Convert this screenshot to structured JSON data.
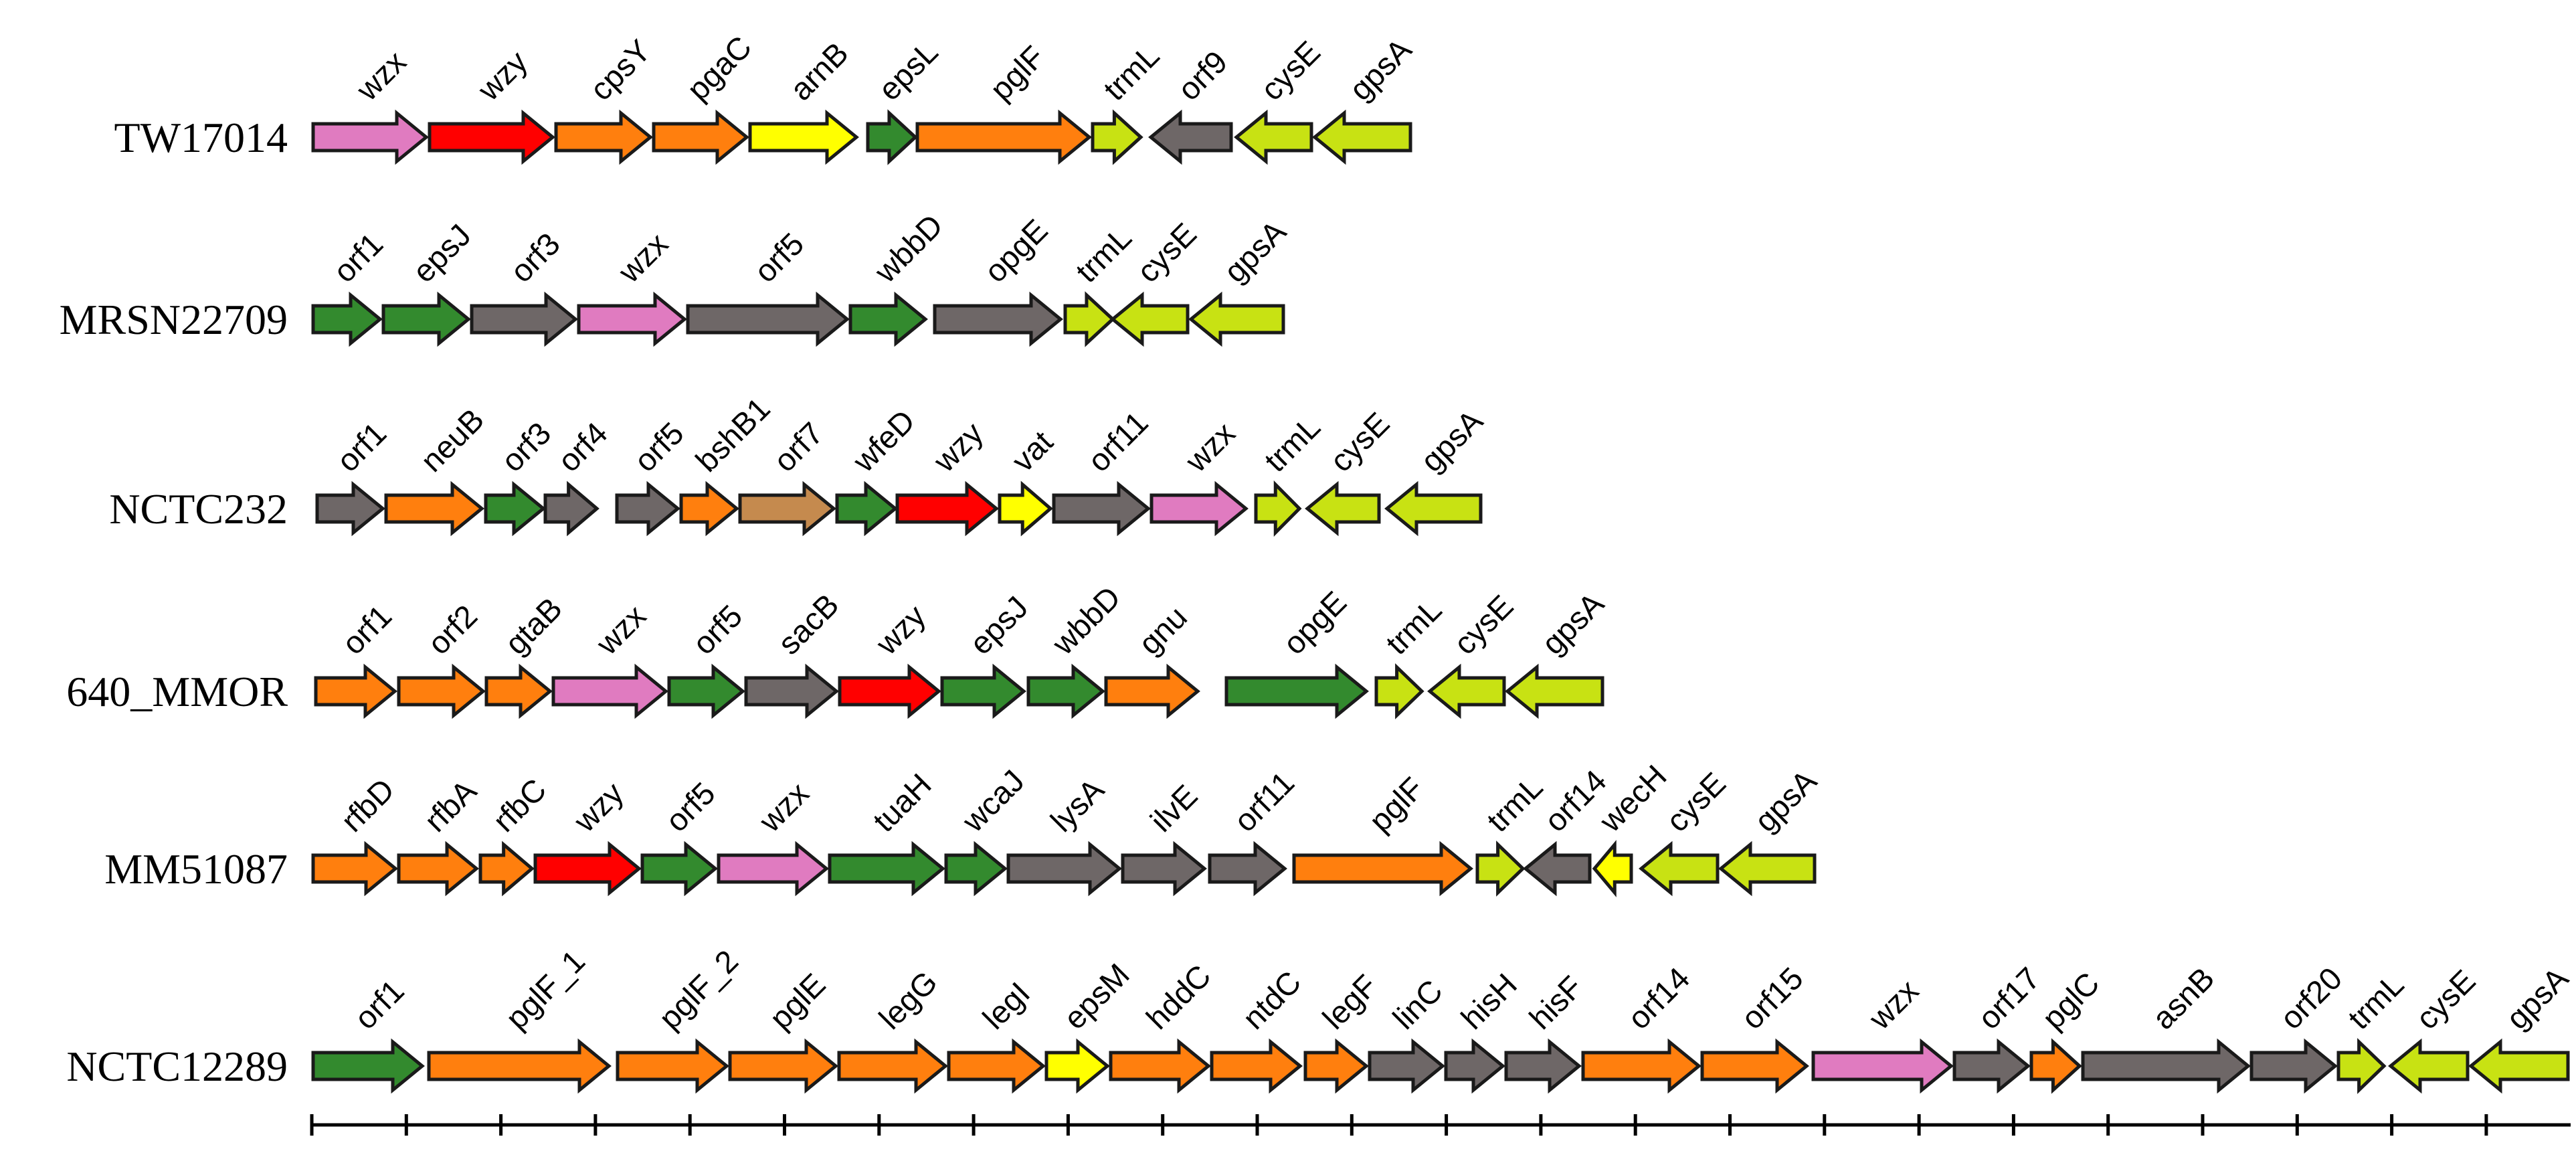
{
  "colors": {
    "pink": "#E07BC0",
    "red": "#FF0000",
    "orange": "#FF7F0E",
    "yellow": "#FFFF00",
    "green": "#338A2E",
    "grey": "#6E6767",
    "lime": "#C8E213",
    "brown": "#C58A4E",
    "outline": "#1a1a1a"
  },
  "strains": [
    {
      "name": "TW17014",
      "genes": [
        {
          "name": "wzx",
          "start": 468,
          "end": 637,
          "dir": "fwd",
          "color": "pink"
        },
        {
          "name": "wzy",
          "start": 642,
          "end": 826,
          "dir": "fwd",
          "color": "red"
        },
        {
          "name": "cpsY",
          "start": 831,
          "end": 972,
          "dir": "fwd",
          "color": "orange"
        },
        {
          "name": "pgaC",
          "start": 977,
          "end": 1116,
          "dir": "fwd",
          "color": "orange"
        },
        {
          "name": "arnB",
          "start": 1121,
          "end": 1280,
          "dir": "fwd",
          "color": "yellow"
        },
        {
          "name": "epsL",
          "start": 1297,
          "end": 1368,
          "dir": "fwd",
          "color": "green"
        },
        {
          "name": "pglF",
          "start": 1371,
          "end": 1628,
          "dir": "fwd",
          "color": "orange"
        },
        {
          "name": "trmL",
          "start": 1633,
          "end": 1705,
          "dir": "fwd",
          "color": "lime"
        },
        {
          "name": "orf9",
          "start": 1720,
          "end": 1840,
          "dir": "rev",
          "color": "grey"
        },
        {
          "name": "cysE",
          "start": 1848,
          "end": 1960,
          "dir": "rev",
          "color": "lime"
        },
        {
          "name": "gpsA",
          "start": 1965,
          "end": 2108,
          "dir": "rev",
          "color": "lime"
        }
      ]
    },
    {
      "name": "MRSN22709",
      "genes": [
        {
          "name": "orf1",
          "start": 468,
          "end": 568,
          "dir": "fwd",
          "color": "green"
        },
        {
          "name": "epsJ",
          "start": 573,
          "end": 700,
          "dir": "fwd",
          "color": "green"
        },
        {
          "name": "orf3",
          "start": 705,
          "end": 860,
          "dir": "fwd",
          "color": "grey"
        },
        {
          "name": "wzx",
          "start": 865,
          "end": 1023,
          "dir": "fwd",
          "color": "pink"
        },
        {
          "name": "orf5",
          "start": 1028,
          "end": 1266,
          "dir": "fwd",
          "color": "grey"
        },
        {
          "name": "wbbD",
          "start": 1271,
          "end": 1383,
          "dir": "fwd",
          "color": "green"
        },
        {
          "name": "opgE",
          "start": 1397,
          "end": 1585,
          "dir": "fwd",
          "color": "grey"
        },
        {
          "name": "trmL",
          "start": 1592,
          "end": 1663,
          "dir": "fwd",
          "color": "lime"
        },
        {
          "name": "cysE",
          "start": 1663,
          "end": 1775,
          "dir": "rev",
          "color": "lime"
        },
        {
          "name": "gpsA",
          "start": 1780,
          "end": 1918,
          "dir": "rev",
          "color": "lime"
        }
      ]
    },
    {
      "name": "NCTC232",
      "genes": [
        {
          "name": "orf1",
          "start": 474,
          "end": 572,
          "dir": "fwd",
          "color": "grey"
        },
        {
          "name": "neuB",
          "start": 577,
          "end": 720,
          "dir": "fwd",
          "color": "orange"
        },
        {
          "name": "orf3",
          "start": 726,
          "end": 812,
          "dir": "fwd",
          "color": "green"
        },
        {
          "name": "orf4",
          "start": 815,
          "end": 892,
          "dir": "fwd",
          "color": "grey"
        },
        {
          "name": "orf5",
          "start": 922,
          "end": 1013,
          "dir": "fwd",
          "color": "grey"
        },
        {
          "name": "bshB1",
          "start": 1018,
          "end": 1101,
          "dir": "fwd",
          "color": "orange"
        },
        {
          "name": "orf7",
          "start": 1106,
          "end": 1246,
          "dir": "fwd",
          "color": "brown"
        },
        {
          "name": "wfeD",
          "start": 1251,
          "end": 1338,
          "dir": "fwd",
          "color": "green"
        },
        {
          "name": "wzy",
          "start": 1341,
          "end": 1489,
          "dir": "fwd",
          "color": "red"
        },
        {
          "name": "vat",
          "start": 1494,
          "end": 1570,
          "dir": "fwd",
          "color": "yellow"
        },
        {
          "name": "orf11",
          "start": 1575,
          "end": 1716,
          "dir": "fwd",
          "color": "grey"
        },
        {
          "name": "wzx",
          "start": 1721,
          "end": 1862,
          "dir": "fwd",
          "color": "pink"
        },
        {
          "name": "trmL",
          "start": 1877,
          "end": 1942,
          "dir": "fwd",
          "color": "lime"
        },
        {
          "name": "cysE",
          "start": 1954,
          "end": 2061,
          "dir": "rev",
          "color": "lime"
        },
        {
          "name": "gpsA",
          "start": 2073,
          "end": 2213,
          "dir": "rev",
          "color": "lime"
        }
      ]
    },
    {
      "name": "640_MMOR",
      "genes": [
        {
          "name": "orf1",
          "start": 472,
          "end": 590,
          "dir": "fwd",
          "color": "orange"
        },
        {
          "name": "orf2",
          "start": 596,
          "end": 722,
          "dir": "fwd",
          "color": "orange"
        },
        {
          "name": "gtaB",
          "start": 727,
          "end": 822,
          "dir": "fwd",
          "color": "orange"
        },
        {
          "name": "wzx",
          "start": 827,
          "end": 995,
          "dir": "fwd",
          "color": "pink"
        },
        {
          "name": "orf5",
          "start": 1000,
          "end": 1110,
          "dir": "fwd",
          "color": "green"
        },
        {
          "name": "sacB",
          "start": 1115,
          "end": 1250,
          "dir": "fwd",
          "color": "grey"
        },
        {
          "name": "wzy",
          "start": 1255,
          "end": 1403,
          "dir": "fwd",
          "color": "red"
        },
        {
          "name": "epsJ",
          "start": 1408,
          "end": 1530,
          "dir": "fwd",
          "color": "green"
        },
        {
          "name": "wbbD",
          "start": 1537,
          "end": 1648,
          "dir": "fwd",
          "color": "green"
        },
        {
          "name": "gnu",
          "start": 1653,
          "end": 1790,
          "dir": "fwd",
          "color": "orange"
        },
        {
          "name": "opgE",
          "start": 1833,
          "end": 2042,
          "dir": "fwd",
          "color": "green"
        },
        {
          "name": "trmL",
          "start": 2057,
          "end": 2125,
          "dir": "fwd",
          "color": "lime"
        },
        {
          "name": "cysE",
          "start": 2137,
          "end": 2248,
          "dir": "rev",
          "color": "lime"
        },
        {
          "name": "gpsA",
          "start": 2253,
          "end": 2395,
          "dir": "rev",
          "color": "lime"
        }
      ]
    },
    {
      "name": "MM51087",
      "genes": [
        {
          "name": "rfbD",
          "start": 468,
          "end": 591,
          "dir": "fwd",
          "color": "orange"
        },
        {
          "name": "rfbA",
          "start": 596,
          "end": 712,
          "dir": "fwd",
          "color": "orange"
        },
        {
          "name": "rfbC",
          "start": 718,
          "end": 795,
          "dir": "fwd",
          "color": "orange"
        },
        {
          "name": "wzy",
          "start": 800,
          "end": 955,
          "dir": "fwd",
          "color": "red"
        },
        {
          "name": "orf5",
          "start": 960,
          "end": 1069,
          "dir": "fwd",
          "color": "green"
        },
        {
          "name": "wzx",
          "start": 1074,
          "end": 1235,
          "dir": "fwd",
          "color": "pink"
        },
        {
          "name": "tuaH",
          "start": 1240,
          "end": 1409,
          "dir": "fwd",
          "color": "green"
        },
        {
          "name": "wcaJ",
          "start": 1414,
          "end": 1502,
          "dir": "fwd",
          "color": "green"
        },
        {
          "name": "lysA",
          "start": 1507,
          "end": 1673,
          "dir": "fwd",
          "color": "grey"
        },
        {
          "name": "ilvE",
          "start": 1678,
          "end": 1800,
          "dir": "fwd",
          "color": "grey"
        },
        {
          "name": "orf11",
          "start": 1808,
          "end": 1920,
          "dir": "fwd",
          "color": "grey"
        },
        {
          "name": "pglF",
          "start": 1934,
          "end": 2198,
          "dir": "fwd",
          "color": "orange"
        },
        {
          "name": "trmL",
          "start": 2208,
          "end": 2276,
          "dir": "fwd",
          "color": "lime"
        },
        {
          "name": "orf14",
          "start": 2280,
          "end": 2376,
          "dir": "rev",
          "color": "grey"
        },
        {
          "name": "wecH",
          "start": 2383,
          "end": 2438,
          "dir": "rev",
          "color": "yellow"
        },
        {
          "name": "cysE",
          "start": 2453,
          "end": 2567,
          "dir": "rev",
          "color": "lime"
        },
        {
          "name": "gpsA",
          "start": 2572,
          "end": 2712,
          "dir": "rev",
          "color": "lime"
        }
      ]
    },
    {
      "name": "NCTC12289",
      "genes": [
        {
          "name": "orf1",
          "start": 468,
          "end": 631,
          "dir": "fwd",
          "color": "green"
        },
        {
          "name": "pglF_1",
          "start": 641,
          "end": 910,
          "dir": "fwd",
          "color": "orange"
        },
        {
          "name": "pglF_2",
          "start": 923,
          "end": 1086,
          "dir": "fwd",
          "color": "orange"
        },
        {
          "name": "pglE",
          "start": 1091,
          "end": 1249,
          "dir": "fwd",
          "color": "orange"
        },
        {
          "name": "legG",
          "start": 1254,
          "end": 1413,
          "dir": "fwd",
          "color": "orange"
        },
        {
          "name": "legI",
          "start": 1418,
          "end": 1559,
          "dir": "fwd",
          "color": "orange"
        },
        {
          "name": "epsM",
          "start": 1564,
          "end": 1655,
          "dir": "fwd",
          "color": "yellow"
        },
        {
          "name": "hddC",
          "start": 1660,
          "end": 1806,
          "dir": "fwd",
          "color": "orange"
        },
        {
          "name": "ntdC",
          "start": 1811,
          "end": 1943,
          "dir": "fwd",
          "color": "orange"
        },
        {
          "name": "legF",
          "start": 1951,
          "end": 2042,
          "dir": "fwd",
          "color": "orange"
        },
        {
          "name": "linC",
          "start": 2047,
          "end": 2156,
          "dir": "fwd",
          "color": "grey"
        },
        {
          "name": "hisH",
          "start": 2161,
          "end": 2246,
          "dir": "fwd",
          "color": "grey"
        },
        {
          "name": "hisF",
          "start": 2251,
          "end": 2360,
          "dir": "fwd",
          "color": "grey"
        },
        {
          "name": "orf14",
          "start": 2366,
          "end": 2539,
          "dir": "fwd",
          "color": "orange"
        },
        {
          "name": "orf15",
          "start": 2544,
          "end": 2700,
          "dir": "fwd",
          "color": "orange"
        },
        {
          "name": "wzx",
          "start": 2710,
          "end": 2916,
          "dir": "fwd",
          "color": "pink"
        },
        {
          "name": "orf17",
          "start": 2921,
          "end": 3031,
          "dir": "fwd",
          "color": "grey"
        },
        {
          "name": "pglC",
          "start": 3036,
          "end": 3108,
          "dir": "fwd",
          "color": "orange"
        },
        {
          "name": "asnB",
          "start": 3113,
          "end": 3360,
          "dir": "fwd",
          "color": "grey"
        },
        {
          "name": "orf20",
          "start": 3365,
          "end": 3490,
          "dir": "fwd",
          "color": "grey"
        },
        {
          "name": "trmL",
          "start": 3495,
          "end": 3563,
          "dir": "fwd",
          "color": "lime"
        },
        {
          "name": "cysE",
          "start": 3573,
          "end": 3688,
          "dir": "rev",
          "color": "lime"
        },
        {
          "name": "gpsA",
          "start": 3693,
          "end": 3838,
          "dir": "rev",
          "color": "lime"
        }
      ]
    }
  ]
}
